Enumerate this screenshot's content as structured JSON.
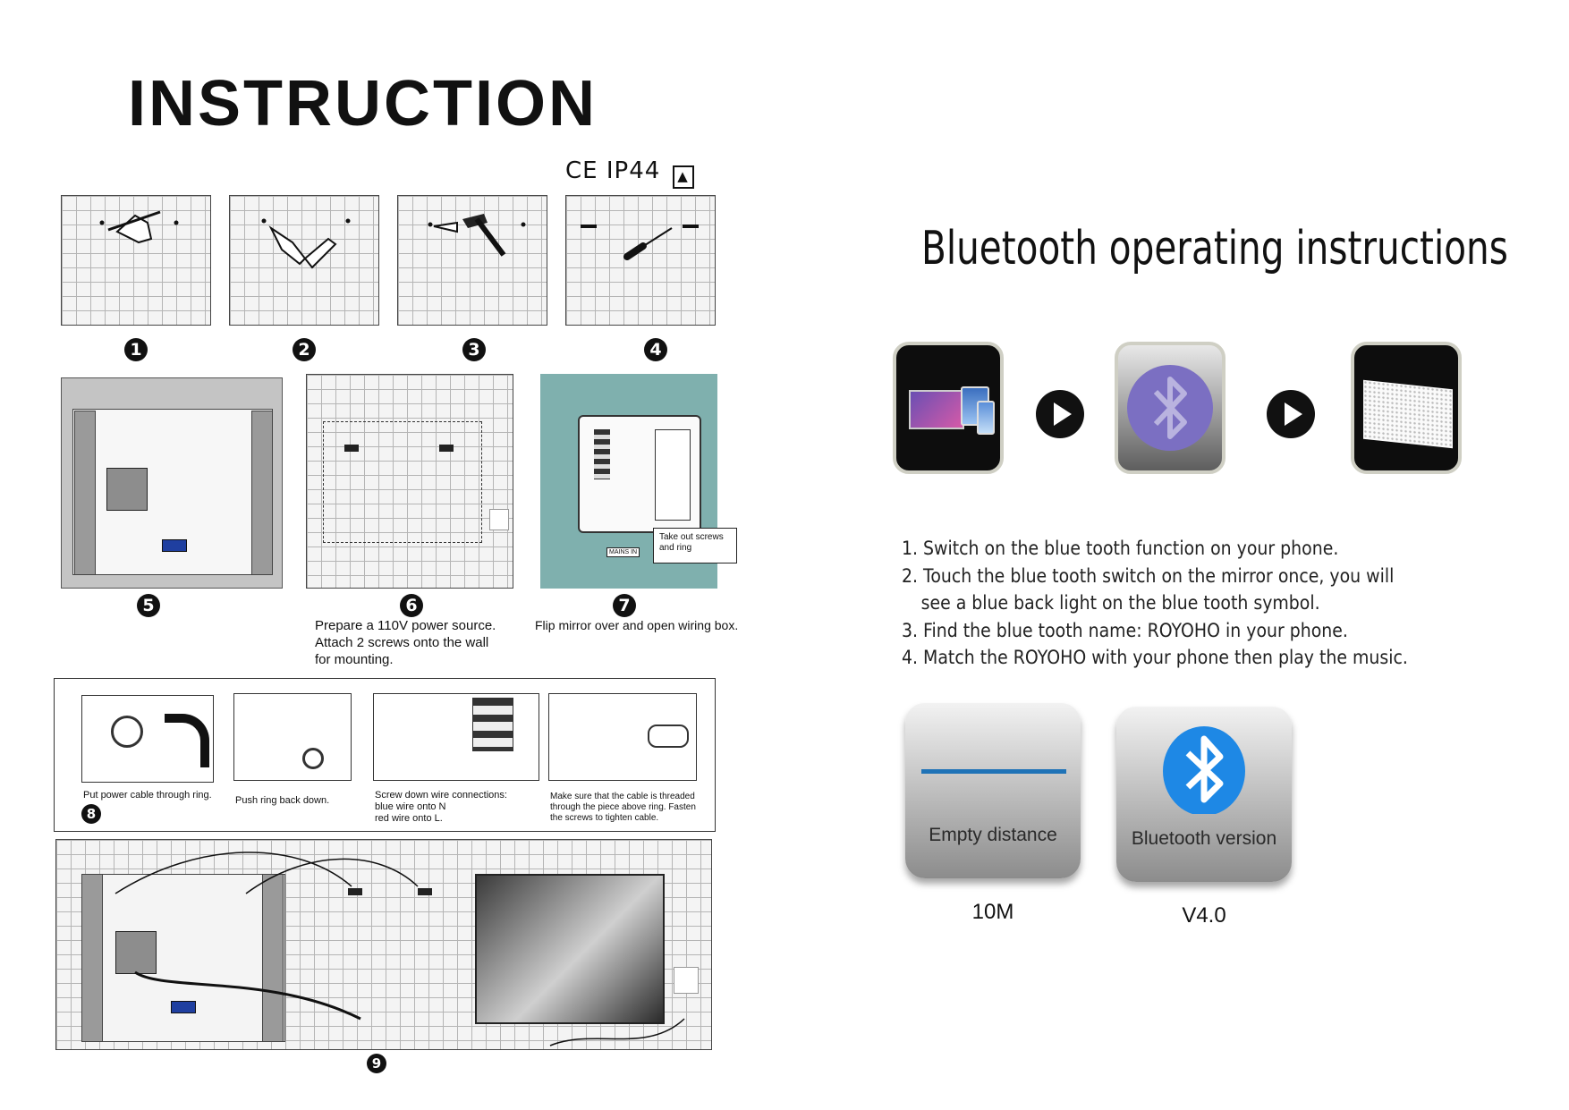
{
  "left": {
    "title": "INSTRUCTION",
    "certification": "CE  IP44",
    "step_numbers": [
      "1",
      "2",
      "3",
      "4",
      "5",
      "6",
      "7",
      "8",
      "9"
    ],
    "step6_caption": [
      "Prepare a 110V power source.",
      "Attach 2 screws onto the wall",
      "for mounting."
    ],
    "step7_caption": "Flip mirror over and open wiring box.",
    "step7_callout": [
      "Take out screws",
      "and ring"
    ],
    "step7_box_label": "MAINS IN",
    "step8_captions": {
      "a": "Put power cable through ring.",
      "b": "Push ring back down.",
      "c": [
        "Screw down wire connections:",
        "blue wire onto N",
        "red wire onto L."
      ],
      "d": [
        "Make sure that the cable is threaded",
        "through the piece above ring. Fasten",
        "the screws to tighten cable."
      ]
    }
  },
  "right": {
    "title": "Bluetooth operating instructions",
    "steps": [
      "1. Switch on the blue tooth function on your phone.",
      "2. Touch the blue tooth switch on the mirror once, you will",
      "    see a blue back light on the blue tooth symbol.",
      "3. Find the blue tooth name: ROYOHO in your phone.",
      "4. Match the ROYOHO with your phone then play the music."
    ],
    "cards": [
      {
        "label": "Empty distance",
        "value": "10M"
      },
      {
        "label": "Bluetooth version",
        "value": "V4.0"
      }
    ]
  },
  "colors": {
    "bluetooth_blue": "#1e88e5",
    "bluetooth_purple": "#7b6fc2",
    "teal_panel": "#7fb0ae",
    "line_blue": "#1f73b7"
  }
}
